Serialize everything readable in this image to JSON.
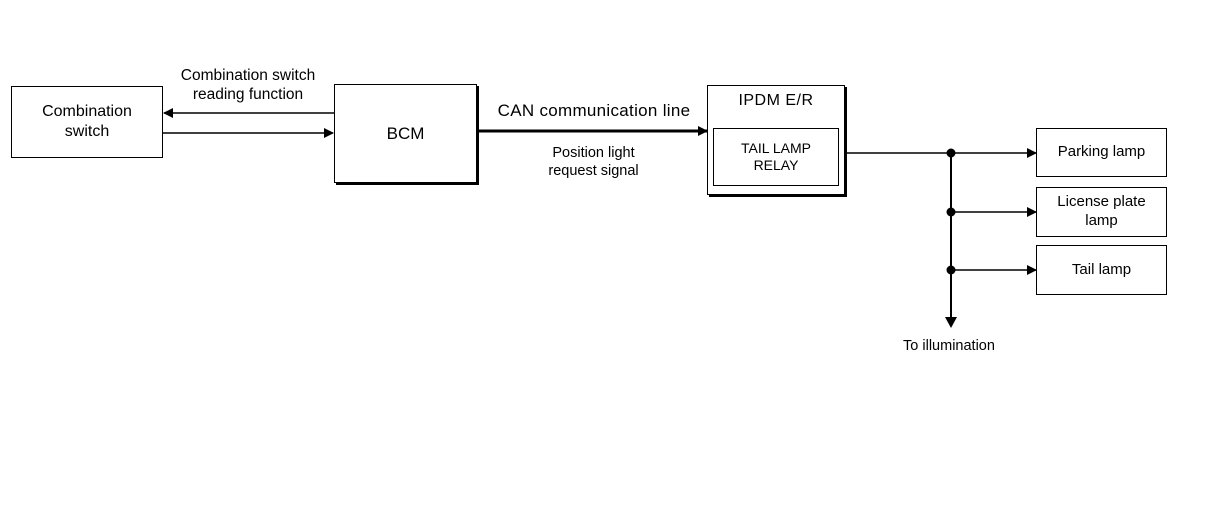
{
  "blocks": {
    "combination_switch": "Combination\nswitch",
    "bcm": "BCM",
    "ipdm": "IPDM E/R",
    "tail_lamp_relay": "TAIL LAMP\nRELAY",
    "parking_lamp": "Parking lamp",
    "license_plate_lamp": "License plate\nlamp",
    "tail_lamp": "Tail lamp"
  },
  "labels": {
    "combination_switch_reading": "Combination switch\nreading function",
    "can_line": "CAN communication line",
    "position_light_signal": "Position light\nrequest signal",
    "to_illumination": "To illumination"
  }
}
